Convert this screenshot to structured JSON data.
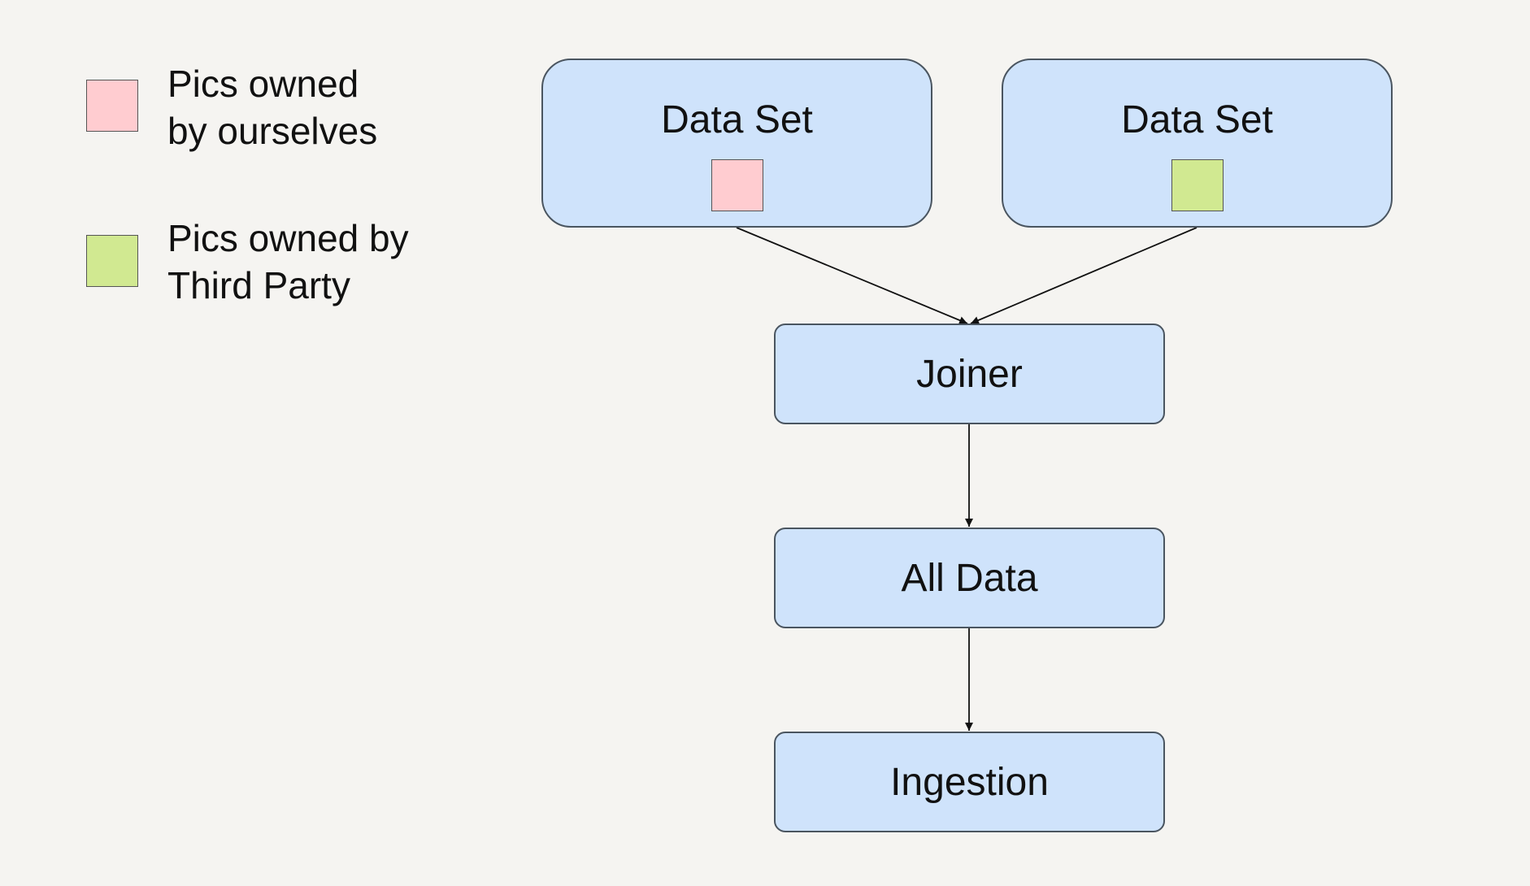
{
  "legend": {
    "items": [
      {
        "label": "Pics owned\nby ourselves",
        "color": "#ffccd0"
      },
      {
        "label": "Pics owned by\nThird Party",
        "color": "#d1e991"
      }
    ]
  },
  "diagram": {
    "nodes": {
      "dataset_left": {
        "label": "Data Set",
        "swatch_color": "#ffccd0"
      },
      "dataset_right": {
        "label": "Data Set",
        "swatch_color": "#d1e991"
      },
      "joiner": {
        "label": "Joiner"
      },
      "all_data": {
        "label": "All Data"
      },
      "ingestion": {
        "label": "Ingestion"
      }
    },
    "edges": [
      {
        "from": "Data Set (ourselves)",
        "to": "Joiner"
      },
      {
        "from": "Data Set (Third Party)",
        "to": "Joiner"
      },
      {
        "from": "Joiner",
        "to": "All Data"
      },
      {
        "from": "All Data",
        "to": "Ingestion"
      }
    ]
  }
}
